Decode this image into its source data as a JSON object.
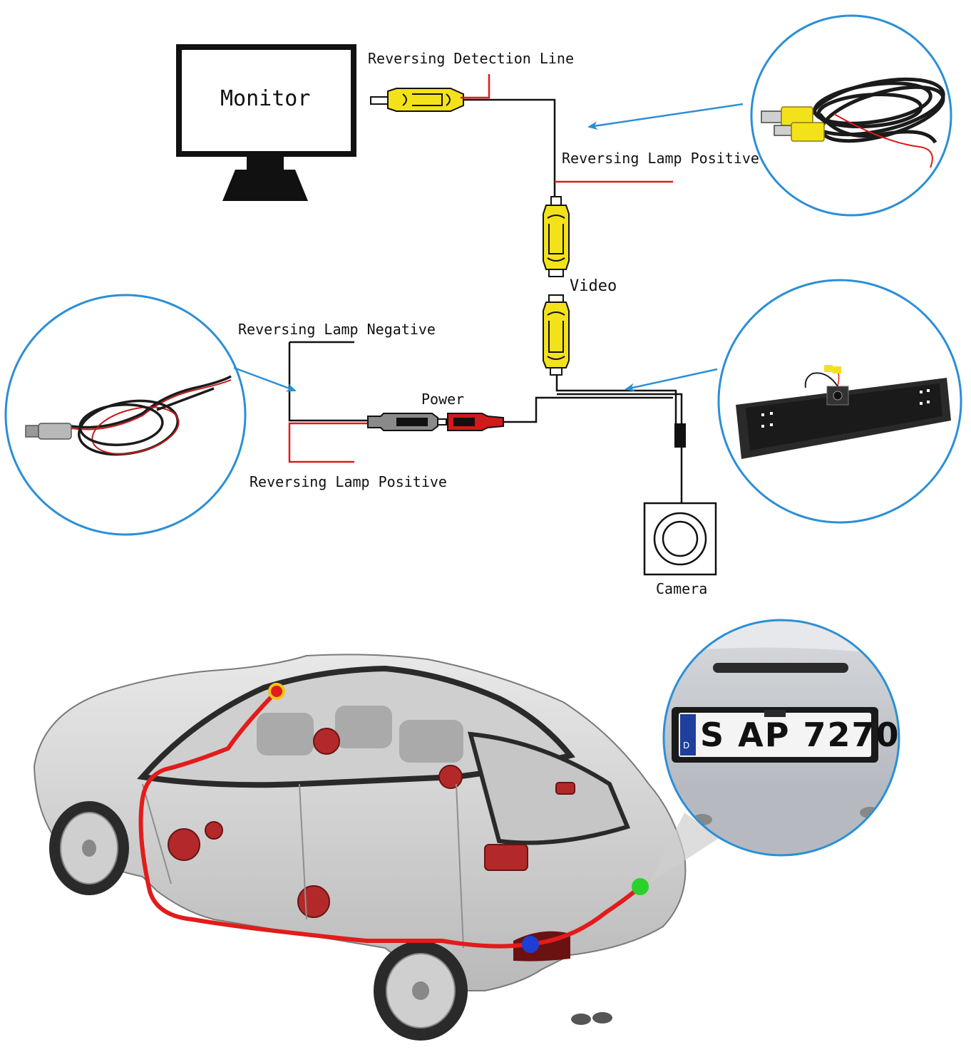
{
  "labels": {
    "monitor": "Monitor",
    "reversing_detection_line": "Reversing Detection Line",
    "reversing_lamp_positive_top": "Reversing Lamp Positive",
    "video": "Video",
    "reversing_lamp_negative": "Reversing Lamp Negative",
    "power": "Power",
    "reversing_lamp_positive_bottom": "Reversing Lamp Positive",
    "camera": "Camera"
  },
  "license_plate": {
    "text": "S AP 7270",
    "country_code": "D"
  },
  "colors": {
    "video_connector": "#f3e21a",
    "power_female": "#d11a1a",
    "power_male": "#8a8a8a",
    "red_wire": "#e01919",
    "callout_circle": "#2b8fd6",
    "callout_arrow": "#2b8fd6",
    "route_wire": "#e21b1b",
    "dot_front": "#f0c419",
    "dot_blue": "#1e3fd6",
    "dot_green": "#2ad12a"
  }
}
